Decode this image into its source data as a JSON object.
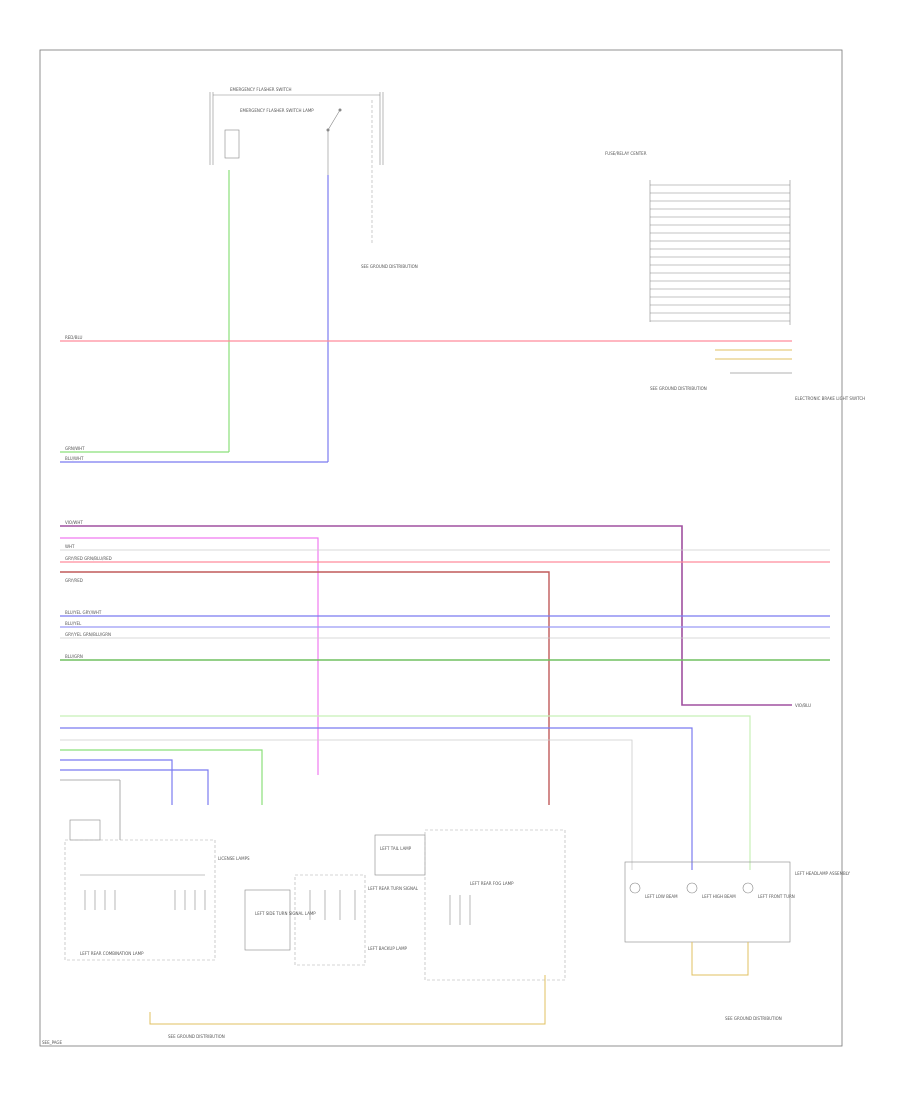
{
  "labels": {
    "switch_top": "EMERGENCY FLASHER SWITCH",
    "flasher_lamp": "EMERGENCY FLASHER SWITCH LAMP",
    "see_ground_top": "SEE GROUND DISTRIBUTION",
    "fuse_block": "FUSE/RELAY CENTER",
    "module_right": "ELECTRONIC BRAKE LIGHT SWITCH",
    "see_ground_right": "SEE GROUND DISTRIBUTION",
    "left_rear_combo": "LEFT REAR COMBINATION LAMP",
    "license_lamps": "LICENSE LAMPS",
    "left_side_turn": "LEFT SIDE TURN SIGNAL LAMP",
    "left_tail_lamp": "LEFT TAIL LAMP",
    "left_rear_turn": "LEFT REAR TURN SIGNAL",
    "left_backup": "LEFT BACKUP LAMP",
    "left_rear_fog": "LEFT REAR FOG LAMP",
    "left_headlamp": "LEFT HEADLAMP ASSEMBLY",
    "left_low_beam": "LEFT LOW BEAM",
    "left_high_beam": "LEFT HIGH BEAM",
    "left_front_turn": "LEFT FRONT TURN",
    "left_rear_gnd": "SEE GROUND DISTRIBUTION",
    "front_left_gnd": "SEE GROUND DISTRIBUTION",
    "footer_code": "SEE_PAGE"
  },
  "wires": {
    "red_top": "RED/BLU",
    "grn_a": "GRN/WHT",
    "blu_a": "BLU/WHT",
    "pnk_bus": "VIO/WHT",
    "red_bus": "GRY/RED",
    "wht_bus": "WHT",
    "redgrn_bus": "GRY/RED  GRN/BLU/RED",
    "blu1": "BLU/YEL  GRY/WHT",
    "blu2": "BLU/YEL",
    "yel1": "GRY/YEL  GRN/BLU/GRN",
    "grn_bus": "BLU/GRN",
    "pur_end": "VIO/BLU"
  },
  "colors": {
    "red": "#ff8c9c",
    "green": "#8be07a",
    "blue": "#7b7bf0",
    "magenta": "#f07bf0",
    "purple": "#a050a0",
    "darkred": "#c05a5a",
    "yellow": "#e0c060",
    "gray": "#999999"
  }
}
